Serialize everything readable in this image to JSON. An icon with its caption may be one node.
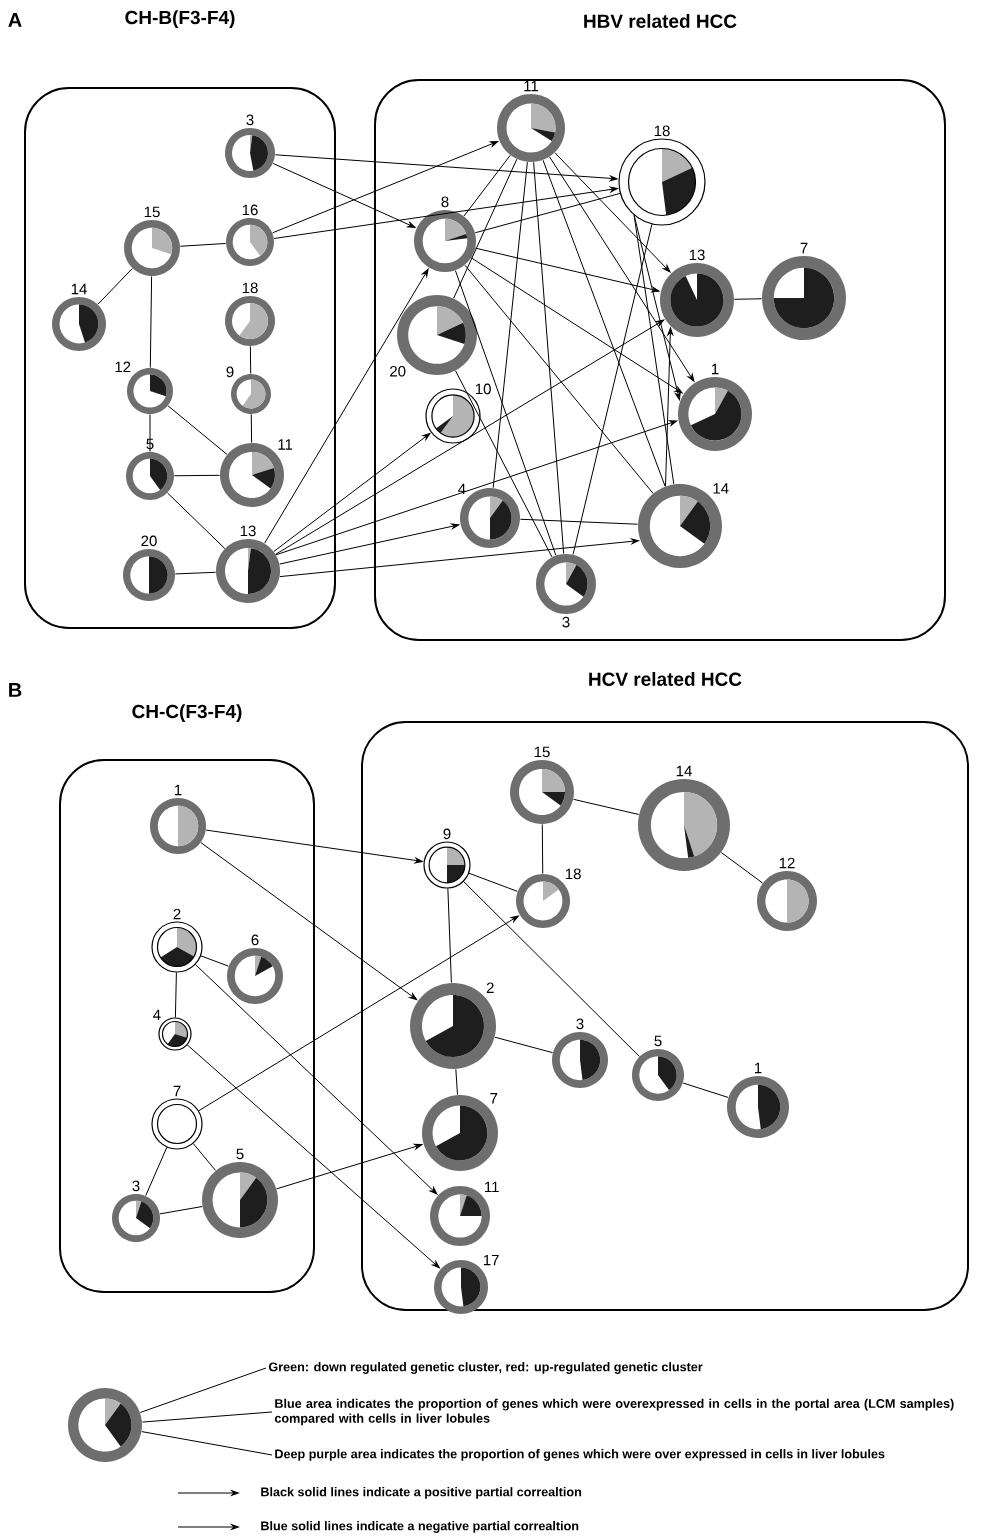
{
  "diagram": {
    "nodes": [
      {
        "text": [
          "CH-B(F3-F4)"
        ]
      },
      {
        "text": [
          "3"
        ],
        "in": 0
      },
      {
        "text": [
          "15"
        ],
        "in": 0
      },
      {
        "text": [
          "16"
        ],
        "in": 0
      },
      {
        "text": [
          "14"
        ],
        "in": 0
      },
      {
        "text": [
          "18"
        ],
        "in": 0
      },
      {
        "text": [
          "12"
        ],
        "in": 0
      },
      {
        "text": [
          "9"
        ],
        "in": 0
      },
      {
        "text": [
          "5"
        ],
        "in": 0
      },
      {
        "text": [
          "11"
        ],
        "in": 0
      },
      {
        "text": [
          "20"
        ],
        "in": 0
      },
      {
        "text": [
          "13"
        ],
        "in": 0
      },
      {
        "text": [
          "HBV related HCC"
        ]
      },
      {
        "text": [
          "11"
        ],
        "in": 12
      },
      {
        "text": [
          "18"
        ],
        "in": 12
      },
      {
        "text": [
          "8"
        ],
        "in": 12
      },
      {
        "text": [
          "13"
        ],
        "in": 12
      },
      {
        "text": [
          "7"
        ],
        "in": 12
      },
      {
        "text": [
          "20"
        ],
        "in": 12
      },
      {
        "text": [
          "10"
        ],
        "in": 12
      },
      {
        "text": [
          "1"
        ],
        "in": 12
      },
      {
        "text": [
          "4"
        ],
        "in": 12
      },
      {
        "text": [
          "14"
        ],
        "in": 12
      },
      {
        "text": [
          "3"
        ],
        "in": 12
      },
      {
        "text": [
          "CH-C(F3-F4)"
        ]
      },
      {
        "text": [
          "1"
        ],
        "in": 24
      },
      {
        "text": [
          "2"
        ],
        "in": 24
      },
      {
        "text": [
          "6"
        ],
        "in": 24
      },
      {
        "text": [
          "4"
        ],
        "in": 24
      },
      {
        "text": [
          "7"
        ],
        "in": 24
      },
      {
        "text": [
          "5"
        ],
        "in": 24
      },
      {
        "text": [
          "3"
        ],
        "in": 24
      },
      {
        "text": [
          "HCV related HCC"
        ]
      },
      {
        "text": [
          "15"
        ],
        "in": 32
      },
      {
        "text": [
          "14"
        ],
        "in": 32
      },
      {
        "text": [
          "9"
        ],
        "in": 32
      },
      {
        "text": [
          "18"
        ],
        "in": 32
      },
      {
        "text": [
          "12"
        ],
        "in": 32
      },
      {
        "text": [
          "2"
        ],
        "in": 32
      },
      {
        "text": [
          "3"
        ],
        "in": 32
      },
      {
        "text": [
          "5"
        ],
        "in": 32
      },
      {
        "text": [
          "1"
        ],
        "in": 32
      },
      {
        "text": [
          "7"
        ],
        "in": 32
      },
      {
        "text": [
          "11"
        ],
        "in": 32
      },
      {
        "text": [
          "17"
        ],
        "in": 32
      },
      {
        "text": [],
        "shape": "circle"
      },
      {
        "text": [
          "Green: down regulated genetic cluster, red: up-regulated genetic cluster"
        ]
      },
      {
        "text": [
          "Blue area indicates the proportion of genes which were overexpressed in cells in the portal area (LCM samples) compared with cells in liver lobules"
        ]
      },
      {
        "text": [
          "Deep purple area indicates the proportion of genes which were over expressed in cells in liver lobules"
        ]
      }
    ],
    "edges": [
      {
        "from": 2,
        "to": 3,
        "arrow": "none"
      },
      {
        "from": 2,
        "to": 4,
        "arrow": "none"
      },
      {
        "from": 2,
        "to": 6,
        "arrow": "none"
      },
      {
        "from": 5,
        "to": 7,
        "arrow": "none"
      },
      {
        "from": 7,
        "to": 9,
        "arrow": "none"
      },
      {
        "from": 6,
        "to": 8,
        "arrow": "none"
      },
      {
        "from": 6,
        "to": 9,
        "arrow": "none"
      },
      {
        "from": 8,
        "to": 9,
        "arrow": "none"
      },
      {
        "from": 8,
        "to": 11,
        "arrow": "none"
      },
      {
        "from": 10,
        "to": 11,
        "arrow": "none"
      },
      {
        "from": 1,
        "to": 14,
        "arrow": "to"
      },
      {
        "from": 1,
        "to": 15,
        "arrow": "to"
      },
      {
        "from": 3,
        "to": 13,
        "arrow": "to"
      },
      {
        "from": 3,
        "to": 14,
        "arrow": "to"
      },
      {
        "from": 11,
        "to": 15,
        "arrow": "to"
      },
      {
        "from": 11,
        "to": 19,
        "arrow": "to"
      },
      {
        "from": 11,
        "to": 16,
        "arrow": "to"
      },
      {
        "from": 11,
        "to": 20,
        "arrow": "to"
      },
      {
        "from": 11,
        "to": 21,
        "arrow": "to"
      },
      {
        "from": 11,
        "to": 22,
        "arrow": "to"
      },
      {
        "from": 13,
        "to": 15,
        "arrow": "none"
      },
      {
        "from": 13,
        "to": 18,
        "arrow": "none"
      },
      {
        "from": 13,
        "to": 16,
        "arrow": "to"
      },
      {
        "from": 13,
        "to": 20,
        "arrow": "to"
      },
      {
        "from": 13,
        "to": 22,
        "arrow": "none"
      },
      {
        "from": 13,
        "to": 23,
        "arrow": "none"
      },
      {
        "from": 15,
        "to": 14,
        "arrow": "none"
      },
      {
        "from": 15,
        "to": 16,
        "arrow": "to"
      },
      {
        "from": 15,
        "to": 20,
        "arrow": "to"
      },
      {
        "from": 15,
        "to": 22,
        "arrow": "none"
      },
      {
        "from": 15,
        "to": 23,
        "arrow": "none"
      },
      {
        "from": 14,
        "to": 23,
        "arrow": "none"
      },
      {
        "from": 14,
        "to": 22,
        "arrow": "none"
      },
      {
        "from": 14,
        "to": 20,
        "arrow": "to"
      },
      {
        "from": 18,
        "to": 23,
        "arrow": "none"
      },
      {
        "from": 21,
        "to": 22,
        "arrow": "none"
      },
      {
        "from": 21,
        "to": 13,
        "arrow": "none"
      },
      {
        "from": 22,
        "to": 16,
        "arrow": "to"
      },
      {
        "from": 16,
        "to": 17,
        "arrow": "none"
      },
      {
        "from": 26,
        "to": 27,
        "arrow": "none"
      },
      {
        "from": 26,
        "to": 28,
        "arrow": "none"
      },
      {
        "from": 29,
        "to": 31,
        "arrow": "none"
      },
      {
        "from": 29,
        "to": 30,
        "arrow": "none"
      },
      {
        "from": 31,
        "to": 30,
        "arrow": "none"
      },
      {
        "from": 25,
        "to": 35,
        "arrow": "to"
      },
      {
        "from": 25,
        "to": 38,
        "arrow": "to"
      },
      {
        "from": 26,
        "to": 43,
        "arrow": "to"
      },
      {
        "from": 28,
        "to": 44,
        "arrow": "to"
      },
      {
        "from": 29,
        "to": 36,
        "arrow": "to"
      },
      {
        "from": 30,
        "to": 42,
        "arrow": "to"
      },
      {
        "from": 35,
        "to": 36,
        "arrow": "none"
      },
      {
        "from": 35,
        "to": 38,
        "arrow": "none"
      },
      {
        "from": 35,
        "to": 40,
        "arrow": "none"
      },
      {
        "from": 33,
        "to": 36,
        "arrow": "none"
      },
      {
        "from": 33,
        "to": 34,
        "arrow": "none"
      },
      {
        "from": 34,
        "to": 37,
        "arrow": "none"
      },
      {
        "from": 38,
        "to": 39,
        "arrow": "none"
      },
      {
        "from": 38,
        "to": 42,
        "arrow": "none"
      },
      {
        "from": 40,
        "to": 41,
        "arrow": "none"
      },
      {
        "from": 46,
        "to": 45,
        "arrow": "none"
      },
      {
        "from": 47,
        "to": 45,
        "arrow": "none"
      },
      {
        "from": 48,
        "to": 45,
        "arrow": "none"
      }
    ],
    "labels": [
      "A",
      "B"
    ],
    "legend": [
      {
        "text": "Black solid lines indicate a positive partial correaltion"
      },
      {
        "text": "Blue solid lines indicate a negative partial correaltion"
      }
    ]
  }
}
